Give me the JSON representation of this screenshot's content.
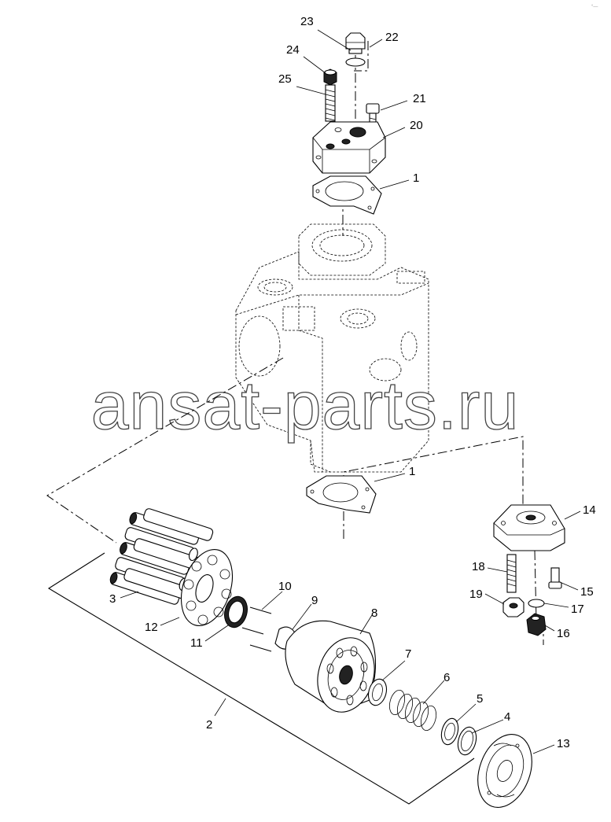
{
  "watermark": "ansat-parts.ru",
  "corner_mark": "°—",
  "callouts": [
    "23",
    "22",
    "24",
    "25",
    "21",
    "20",
    "1",
    "1",
    "14",
    "18",
    "15",
    "19",
    "17",
    "16",
    "3",
    "12",
    "11",
    "10",
    "9",
    "8",
    "7",
    "6",
    "5",
    "4",
    "13",
    "2"
  ]
}
